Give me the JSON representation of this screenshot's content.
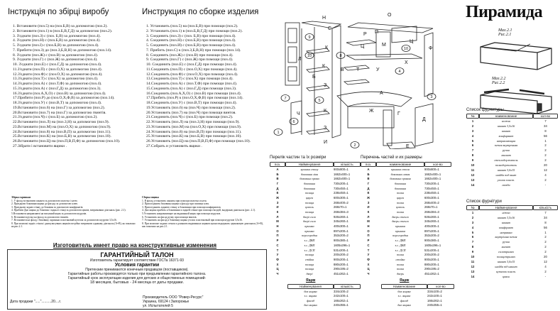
{
  "ua": {
    "title": "Інструкція по збірці виробу",
    "steps": [
      "1. Встановити (поз.5) на (поз.Б,В) за допомогою (поз.2).",
      "2. Встановити (поз.1) в (поз.Б,В,Г,Д) за допомогою (поз.2).",
      "3. З'єднати (поз.З) с (поз. Б,В) за допомогою (поз.4).",
      "4. З'єднати (поз.Н) с (поз.Б,В) за допомогою (поз.4).",
      "5. З'єднати (поз.І) с (поз.Б,В) за допомогою (поз.4).",
      "7. Прибити (поз.З) до (поз.З,Б,В,Н) за допомогою (поз.14).",
      "8. З'єднати (поз.Ж) с (поз.В) за допомогою (поз.4).",
      "9. З'єднати (поз.Г) с (поз.Ж) за допомогою (поз.4).",
      "10. З'єднати (поз.Е) с (поз.Г,Д) за допомогою (поз.4).",
      "11.З'єднати (поз.П) с (поз.О,Х) за допомогою (поз.4).",
      "12.З'єднати (поз.Ф) с (поз.О,Х) за допомогою (поз.4).",
      "13.З'єднати (поз.Т) с (поз.Х) за допомогою (поз.4).",
      "14.З'єднати (поз.А) с (поз.Т,Ф) за допомогою (поз.4).",
      "15.З'єднати (поз.А) с (поз.Г,Д) за допомогою (поз.3).",
      "16.З'єднати (поз.А,Х,О) с (поз.В) за допомогою (поз.4).",
      "17.Прибити (поз.Р) до (поз.О,Х,Ф,В) за допомогою (поз.14).",
      "18.З'єднати (поз.У) с (поз.В,Т) за допомогою (поз.4).",
      "19.Встановити (поз.6) на (поз.Г) за допомогою (поз.2).",
      "20.Встановити (поз.7) на (поз.Г) за допомогою гвинтів.",
      "21.З'єднати (поз.Ч) с (поз.Б) за допомогою (поз.2).",
      "22.Встановити (поз.Л) на (поз.З,Н) за допомогою (поз.9).",
      "23.Встановити (поз.М) на (поз.О,Х) за допомогою (поз.9).",
      "24.Встановити (поз.8) на (поз.В,П) за допомогою (поз.11).",
      "25.Встановити (поз.К) на (поз.Б,В) за допомогою (поз.10).",
      "26.Встановити (поз.Ц) на (поз.П,В,П,Ф) за допомогою (поз.10).",
      "27.Зібрати і встановити ящики ."
    ],
    "notes_title": "Збірка скриньки",
    "notes": [
      "1. У фасад встановити шканти за допомогою молотка і клею.",
      "2. Приєднати боковини ящика до фасаду за допомогою клею.",
      "3. Приєднати задню стінку до боковин за допомогою конфірматів.",
      "4. Прибити Дно ящика до боковин і задньої стінці за допомогою цвяхів, витримавши діагональ (рис. 2.1).",
      "5.Встановити направляючі на висувний ящик за допомогою шурупів.",
      "6. Встановити ручку на фасад за допомогою гвинтів.",
      "7. Встановити на фасад і боковину скриньки пластиковий куточок за допомогою шурупів 3,5х16.",
      "8. При монтажі задніх стінок і днищ висувних ящиків потрібно витримати однакову діагональ (А=В), як показано на рис.2.1."
    ]
  },
  "ru": {
    "title": "Инструкция по сборке изделия",
    "steps": [
      "1. Установить (поз.5) на (поз.Б,В) при помощи (поз.2).",
      "2. Установить (поз.1) в (поз.Б,В,Г,Д) при помощи (поз.2).",
      "3. Соединить (поз.З) с (поз. Б,В) при помощи (поз.4).",
      "4. Соединить (поз.Н) с (поз.Б,В) при помощи (поз.4).",
      "5. Соединить (поз.И) с (поз.Б,В) при помощи (поз.4).",
      "7. Прибить (поз.С) к (поз.З,Б,В,Н) при помощи (поз.14).",
      "8. Соединить (поз.Ж) с (поз.В) при помощи (поз.4).",
      "9. Соединить (поз.Г) с (поз.Ж) при помощи (поз.4).",
      "10. Соединить (поз.Е) с (поз.Г,Д) при помощи (поз.4).",
      "11.Соединить (поз.П) с (поз.О,Х) при помощи (поз.4).",
      "12.Соединить (поз.Ф) с (поз.О,Х) при помощи (поз.4).",
      "13.Соединить (поз.Т) с (поз.Х) при помощи (поз.4).",
      "14.Соединить (поз.А) с (поз.Т,Ф) при помощи (поз.4).",
      "15.Соединить (поз.А) с (поз.Г,Д) при помощи (поз.3).",
      "16.Соединить (поз.А,Х,О) с (поз.В) при помощи (поз.4).",
      "17.Прибить (поз.Р) к (поз.О,Х,Ф,В) при помощи (поз.14).",
      "18.Соединить (поз.У) с (поз.В,Т) при помощи (поз.4).",
      "19.Установить (поз.6) на (поз.Ч) при помощи (поз.2).",
      "20.Установить (поз.7) на (поз.Ч) при помощи винтов.",
      "21.Соединить (поз.Ч) с (поз.Б) при помощи (поз.2).",
      "22.Установить (поз.Л) на (поз.З,Н) при помощи (поз.9).",
      "23.Установить (поз.М) на (поз.О,Х) при помощи (поз.9).",
      "24.Установить (поз.8) на (поз.В,П) при помощи (поз.11).",
      "25.Установить (поз.К) на (поз.Б,В) при помощи (поз.10).",
      "26.Установить (поз.Ц) на (поз.П,В,П,Ф) при помощи (поз.10).",
      "27.Собрать и установить ящики ."
    ],
    "notes_title": "Сборка ящика",
    "notes": [
      "1. В фасад установить шканты при помощи молотка и клея.",
      "2. Присоединить боковины ящика к фасаду при помощи клея.",
      "3. Присоединить заднюю стенку к боковинам при помощи конфирматов.",
      "4. Дно ящика прибить к боковинам и задней стенке при помощи гвоздей, выдержав диагональ (рис. 2.1).",
      "5.Установить направляющие на выдвижной ящик при помощи шурупов.",
      "6. Установить на фасад ручку при помощи винтов.",
      "7. Установить на фасад и боковину ящика уголок пластиковый при помощи шурупов 3,5х16.",
      "8. При монтаже задних стенок и донышек выдвижных ящиков нужно выдержать одинаковую диагональ (А=В), как показано на рис.2.1."
    ]
  },
  "warranty": {
    "maker_note": "Изготовитель имеет право на конструктивные изменения",
    "title": "ГАРАНТИЙНЫЙ ТАЛОН",
    "gost": "Изготовитель гарантирует соответствие ГОСТа 16371-93",
    "conditions_title": "Условия гарантии",
    "lines": [
      "Претензии принимаются конечным продавцом (поставщиком).",
      "Гарантийные работы производятся только при предъявлении гарантийного талона.",
      "Гарантийный срок эксплуатации изделия для детских и общественных помещений-",
      "18 месяцев, бытовых - 24 месяца от даты продажи."
    ],
    "sale_date": "Дата продажи \".....\"..........20....г.",
    "producer": [
      "Производитель ООО \"Ровер-Ресурс\"",
      "Украина, 69124 г.Запорожье",
      "ул. Испытателей 5"
    ]
  },
  "product_title": "Пирамида",
  "fig": {
    "f1": [
      "Мал.2.1",
      "Рис.2.1"
    ],
    "f2": [
      "Мал.2.2",
      "Рис.2.2"
    ]
  },
  "drawing": {
    "letters": [
      "Н",
      "О",
      "С",
      "Р",
      "П",
      "М",
      "Ц",
      "Ц",
      "Ф",
      "К",
      "К",
      "Л",
      "Б",
      "В",
      "Т",
      "У",
      "Х",
      "З",
      "А",
      "К",
      "Ж",
      "Г",
      "Д",
      "З",
      "И",
      "Е",
      "Ч"
    ],
    "numbers": [
      "9",
      "10",
      "8",
      "10",
      "4",
      "5",
      "7",
      "3",
      "6",
      "2",
      "1"
    ]
  },
  "parts_ua": {
    "title": "Перелік частин та їх розміри",
    "headers": [
      "поз.",
      "Найменування",
      "кількість"
    ],
    "rows": [
      [
        "А",
        "кришка столу",
        "900x800=1"
      ],
      [
        "Б",
        "боковина ліва",
        "1662x400=1"
      ],
      [
        "В",
        "боковина права",
        "1662x400=1"
      ],
      [
        "Г",
        "боковина",
        "730x200=1"
      ],
      [
        "Д",
        "боковина",
        "730x450=1"
      ],
      [
        "Е",
        "полиця",
        "238x450=1"
      ],
      [
        "Ж",
        "царга",
        "600x300=1"
      ],
      [
        "З",
        "полиця",
        "268x400=2"
      ],
      [
        "И",
        "цоколь",
        "268x70=1"
      ],
      [
        "К",
        "полиця",
        "268x384=3"
      ],
      [
        "Л",
        "двері скло",
        "926x260=1"
      ],
      [
        "М",
        "двері скло",
        "345x260=1"
      ],
      [
        "Н",
        "кришка",
        "400x300=1"
      ],
      [
        "О",
        "кришка",
        "897x200=1"
      ],
      [
        "П",
        "перегородка",
        "353x200=2"
      ],
      [
        "Р",
        "з.с. ДВП",
        "900x380=1"
      ],
      [
        "С",
        "з.с. ДВП",
        "1605x296=1"
      ],
      [
        "Т",
        "з.с. ДСП",
        "531x200=1"
      ],
      [
        "У",
        "полиця",
        "200x200=2"
      ],
      [
        "Ф",
        "стійка",
        "900x200=1"
      ],
      [
        "Х",
        "полиця",
        "880x200=1"
      ],
      [
        "Ц",
        "полиця",
        "290x195=2"
      ],
      [
        "Ч",
        "двері",
        "451x262=1"
      ]
    ],
    "drawer_title": "Ящик",
    "drawer_headers": [
      "Найменування",
      "кількість"
    ],
    "drawer_rows": [
      [
        "бок ящика",
        "334x100=2"
      ],
      [
        "з.с. ящика",
        "242x100=1"
      ],
      [
        "фасад",
        "166x262=1"
      ],
      [
        "дно ящика",
        "240x355=1"
      ]
    ]
  },
  "parts_ru": {
    "title": "Перечень частей и их размеры",
    "headers": [
      "поз.",
      "наименование",
      "кол-во"
    ],
    "rows": [
      [
        "А",
        "крышка стола",
        "900x800=1"
      ],
      [
        "Б",
        "боковина левая",
        "1662x400=1"
      ],
      [
        "В",
        "боковина правая",
        "1662x400=1"
      ],
      [
        "Г",
        "боковина",
        "730x200=1"
      ],
      [
        "Д",
        "боковина",
        "730x450=1"
      ],
      [
        "Е",
        "полка",
        "238x450=1"
      ],
      [
        "Ж",
        "царга",
        "600x300=1"
      ],
      [
        "З",
        "полка",
        "268x400=2"
      ],
      [
        "И",
        "цоколь",
        "268x70=1"
      ],
      [
        "К",
        "полка",
        "268x384=3"
      ],
      [
        "Л",
        "дверь стекло",
        "926x260=1"
      ],
      [
        "М",
        "дверь стекло",
        "345x260=1"
      ],
      [
        "Н",
        "крышка",
        "400x300=1"
      ],
      [
        "О",
        "крышка",
        "897x200=1"
      ],
      [
        "П",
        "перегородка",
        "353x200=2"
      ],
      [
        "Р",
        "з.с. ДВП",
        "900x380=1"
      ],
      [
        "С",
        "з.с. ДВП",
        "1605x296=1"
      ],
      [
        "Т",
        "з.с. ДСП",
        "531x200=1"
      ],
      [
        "У",
        "полка",
        "200x200=2"
      ],
      [
        "Ф",
        "стойка",
        "900x200=1"
      ],
      [
        "Х",
        "полка",
        "880x200=1"
      ],
      [
        "Ц",
        "полка",
        "290x195=2"
      ],
      [
        "Ч",
        "дверь",
        "451x262=1"
      ]
    ],
    "drawer_title": "Ящик",
    "drawer_headers": [
      "Наименование",
      "кол-во"
    ],
    "drawer_rows": [
      [
        "бок ящика",
        "334x100=2"
      ],
      [
        "з.с. ящика",
        "242x100=1"
      ],
      [
        "фасад",
        "166x262=1"
      ],
      [
        "дно ящика",
        "240x355=1"
      ]
    ]
  },
  "hw_ru": {
    "title": "Список фурнитуры",
    "headers": [
      "№",
      "наименование",
      "кол-во"
    ],
    "rows": [
      [
        "1",
        "ножка",
        "7"
      ],
      [
        "2",
        "шкант 3,5х16",
        "34"
      ],
      [
        "3",
        "шкант",
        "8"
      ],
      [
        "4",
        "конфирмат",
        "56"
      ],
      [
        "5",
        "направляющая",
        "1"
      ],
      [
        "6",
        "петля внутренняя",
        "2"
      ],
      [
        "7",
        "ручка",
        "2"
      ],
      [
        "8",
        "магнит",
        "2"
      ],
      [
        "9",
        "стеклодержатель",
        "2"
      ],
      [
        "10",
        "полкодержатель",
        "20"
      ],
      [
        "11",
        "шкант 3,0х15",
        "12"
      ],
      [
        "12",
        "шайба под винт",
        "4"
      ],
      [
        "13",
        "уголок пласт.",
        "2"
      ],
      [
        "14",
        "гвозди",
        "-"
      ]
    ]
  },
  "hw_ua": {
    "title": "Список фурнітури",
    "headers": [
      "№",
      "Найменування",
      "кількість"
    ],
    "rows": [
      [
        "1",
        "ніжка",
        "7"
      ],
      [
        "2",
        "шкант 3,5х16",
        "34"
      ],
      [
        "3",
        "шкант",
        "8"
      ],
      [
        "4",
        "конфірмат",
        "56"
      ],
      [
        "5",
        "напрямна",
        "1"
      ],
      [
        "6",
        "внутрішня петля",
        "2"
      ],
      [
        "7",
        "ручка",
        "2"
      ],
      [
        "8",
        "магніт",
        "2"
      ],
      [
        "9",
        "склотримач",
        "2"
      ],
      [
        "10",
        "полицетримач",
        "20"
      ],
      [
        "11",
        "шкант 3,0х15",
        "12"
      ],
      [
        "12",
        "шайба під шкант",
        "4"
      ],
      [
        "13",
        "кутичок пласт.",
        "2"
      ],
      [
        "14",
        "цвяхи",
        "-"
      ]
    ]
  }
}
